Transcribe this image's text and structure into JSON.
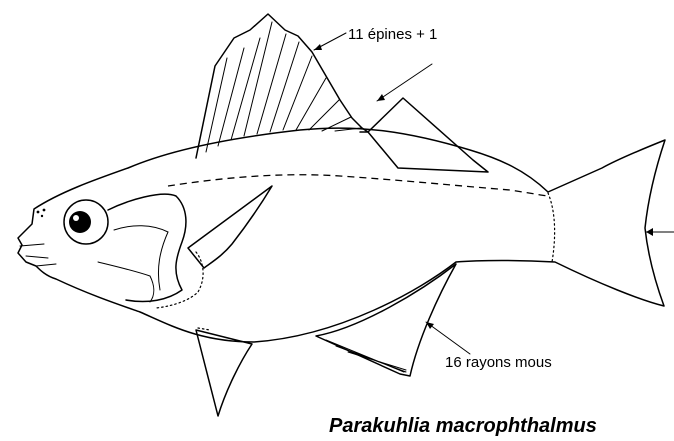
{
  "annotations": {
    "dorsal_spines": "11 épines + 1",
    "anal_rays": "16 rayons mous"
  },
  "species_name": "Parakuhlia macrophthalmus",
  "icons": [
    "fish-illustration-icon",
    "arrow-icon"
  ],
  "colors": {
    "ink": "#000000",
    "background": "#ffffff"
  }
}
